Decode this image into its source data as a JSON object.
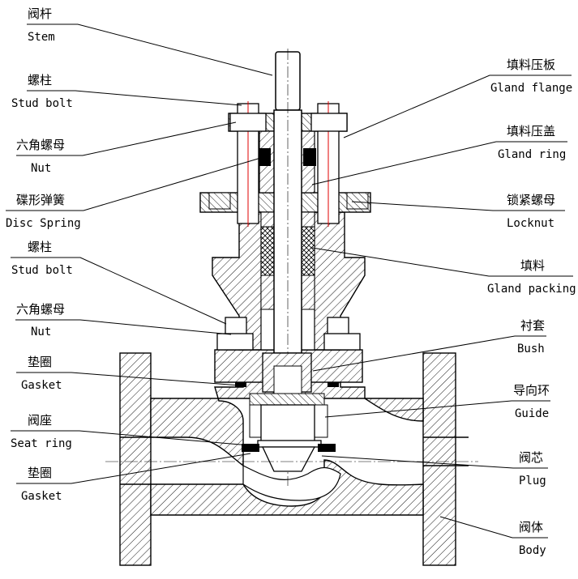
{
  "labels": [
    {
      "id": "stem",
      "cn": "阀杆",
      "en": "Stem"
    },
    {
      "id": "stud-bolt-1",
      "cn": "螺柱",
      "en": "Stud bolt"
    },
    {
      "id": "nut-1",
      "cn": "六角螺母",
      "en": "Nut"
    },
    {
      "id": "disc-spring",
      "cn": "碟形弹簧",
      "en": "Disc Spring"
    },
    {
      "id": "stud-bolt-2",
      "cn": "螺柱",
      "en": "Stud bolt"
    },
    {
      "id": "nut-2",
      "cn": "六角螺母",
      "en": "Nut"
    },
    {
      "id": "gasket-1",
      "cn": "垫圈",
      "en": "Gasket"
    },
    {
      "id": "seat-ring",
      "cn": "阀座",
      "en": "Seat ring"
    },
    {
      "id": "gasket-2",
      "cn": "垫圈",
      "en": "Gasket"
    },
    {
      "id": "gland-flange",
      "cn": "填料压板",
      "en": "Gland flange"
    },
    {
      "id": "gland-ring",
      "cn": "填料压盖",
      "en": "Gland ring"
    },
    {
      "id": "locknut",
      "cn": "锁紧螺母",
      "en": "Locknut"
    },
    {
      "id": "gland-packing",
      "cn": "填料",
      "en": "Gland packing"
    },
    {
      "id": "bush",
      "cn": "衬套",
      "en": "Bush"
    },
    {
      "id": "guide",
      "cn": "导向环",
      "en": "Guide"
    },
    {
      "id": "plug",
      "cn": "阀芯",
      "en": "Plug"
    },
    {
      "id": "body",
      "cn": "阀体",
      "en": "Body"
    }
  ]
}
